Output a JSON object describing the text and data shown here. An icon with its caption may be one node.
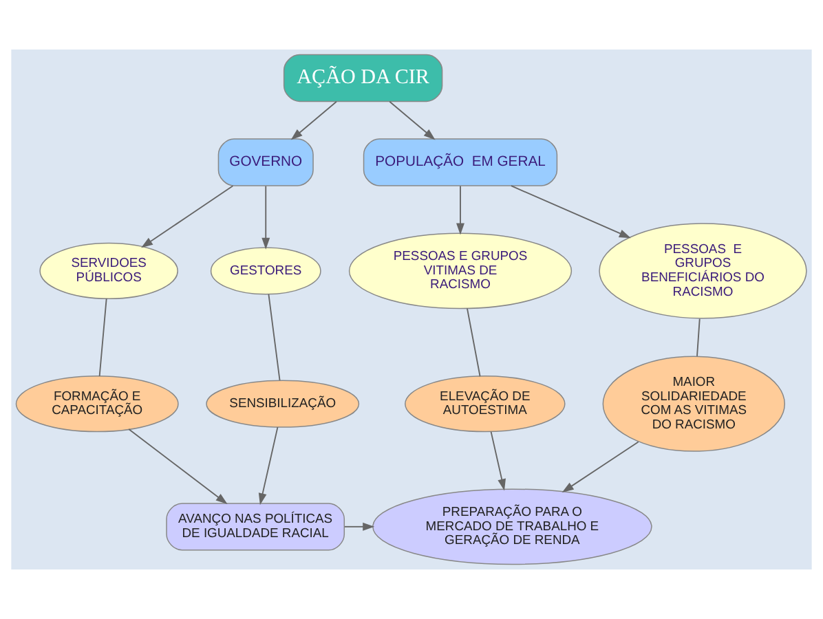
{
  "diagram": {
    "nodes": [
      {
        "text": [
          "AÇÃO DA CIR"
        ]
      },
      {
        "text": [
          "POPULAÇÃO  EM GERAL"
        ]
      },
      {
        "text": [
          "GOVERNO"
        ]
      },
      {
        "text": [
          "PESSOAS E GRUPOS VITIMAS DE RACISMO"
        ]
      },
      {
        "text": [
          "PESSOAS  E GRUPOS BENEFICIÁRIOS DO RACISMO"
        ]
      },
      {
        "text": [
          "SERVIDOES PÚBLICOS"
        ]
      },
      {
        "text": [
          "GESTORES"
        ]
      },
      {
        "text": [
          "ELEVAÇÃO DE AUTOESTIMA"
        ]
      },
      {
        "text": [
          "MAIOR SOLIDARIEDADE COM AS VITIMAS DO RACISMO"
        ]
      },
      {
        "text": [
          "FORMAÇÃO E CAPACITAÇÃO"
        ]
      },
      {
        "text": [
          "SENSIBILIZAÇÃO"
        ]
      },
      {
        "text": [
          "PREPARAÇÃO PARA O MERCADO DE TRABALHO E GERAÇÃO DE RENDA"
        ]
      },
      {
        "text": [
          "AVANÇO NAS POLÍTICAS DE IGUALDADE RACIAL"
        ]
      }
    ],
    "edges": [
      {
        "from": 0,
        "to": 1,
        "arrow": "to"
      },
      {
        "from": 0,
        "to": 2,
        "arrow": "to"
      },
      {
        "from": 1,
        "to": 3,
        "arrow": "to"
      },
      {
        "from": 1,
        "to": 4,
        "arrow": "to"
      },
      {
        "from": 2,
        "to": 5,
        "arrow": "to"
      },
      {
        "from": 2,
        "to": 6,
        "arrow": "to"
      },
      {
        "from": 3,
        "to": 7,
        "arrow": "none"
      },
      {
        "from": 4,
        "to": 8,
        "arrow": "none"
      },
      {
        "from": 5,
        "to": 9,
        "arrow": "none"
      },
      {
        "from": 6,
        "to": 10,
        "arrow": "none"
      },
      {
        "from": 7,
        "to": 11,
        "arrow": "to"
      },
      {
        "from": 8,
        "to": 11,
        "arrow": "to"
      },
      {
        "from": 9,
        "to": 12,
        "arrow": "to"
      },
      {
        "from": 10,
        "to": 12,
        "arrow": "to"
      },
      {
        "from": 12,
        "to": 11,
        "arrow": "to"
      }
    ]
  }
}
